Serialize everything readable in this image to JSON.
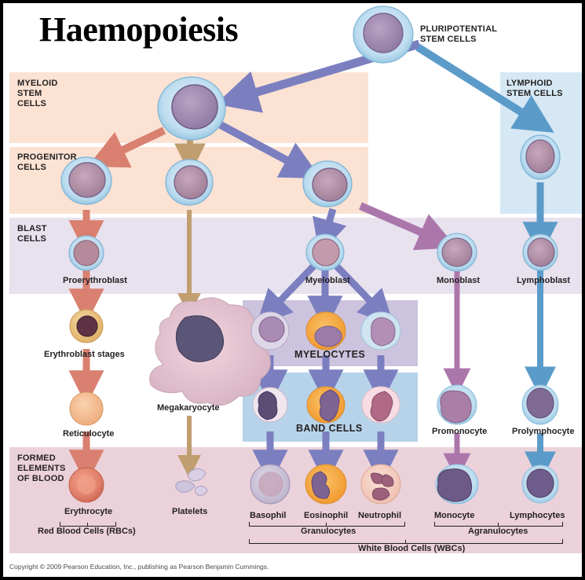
{
  "title": "Haemopoiesis",
  "copyright": "Copyright © 2009 Pearson Education, Inc., publishing as Pearson Benjamin Cummings.",
  "bands": {
    "myeloid": "MYELOID\nSTEM\nCELLS",
    "progenitor": "PROGENITOR\nCELLS",
    "blast": "BLAST\nCELLS",
    "formed": "FORMED\nELEMENTS\nOF BLOOD"
  },
  "boxes": {
    "lymphoid": "LYMPHOID\nSTEM CELLS",
    "myelocytes": "MYELOCYTES",
    "band_cells": "BAND CELLS"
  },
  "stem": {
    "pluripotential": "PLURIPOTENTIAL\nSTEM CELLS"
  },
  "cells": {
    "proerythroblast": "Proerythroblast",
    "myeloblast": "Myeloblast",
    "monoblast": "Monoblast",
    "lymphoblast": "Lymphoblast",
    "erythroblast_stages": "Erythroblast stages",
    "megakaryocyte": "Megakaryocyte",
    "reticulocyte": "Reticulocyte",
    "promonocyte": "Promonocyte",
    "prolymphocyte": "Prolymphocyte",
    "erythrocyte": "Erythrocyte",
    "platelets": "Platelets",
    "basophil": "Basophil",
    "eosinophil": "Eosinophil",
    "neutrophil": "Neutrophil",
    "monocyte": "Monocyte",
    "lymphocytes": "Lymphocytes"
  },
  "groups": {
    "rbc": "Red Blood Cells (RBCs)",
    "granulocytes": "Granulocytes",
    "agranulocytes": "Agranulocytes",
    "wbc": "White Blood Cells (WBCs)"
  },
  "colors": {
    "band_myeloid": "#fbe2d3",
    "band_blast": "#e8e1ee",
    "band_formed": "#ebd2da",
    "box_lymphoid": "#d5e8f4",
    "box_myelocytes": "#ccc3de",
    "box_band_cells": "#b7d3ea",
    "arrow_erythroid": "#d98070",
    "arrow_megakaryocyte": "#c09e6f",
    "arrow_granulocyte": "#7b7fc0",
    "arrow_monocyte": "#ab77ab",
    "arrow_lymphoid": "#5b9bc9"
  }
}
